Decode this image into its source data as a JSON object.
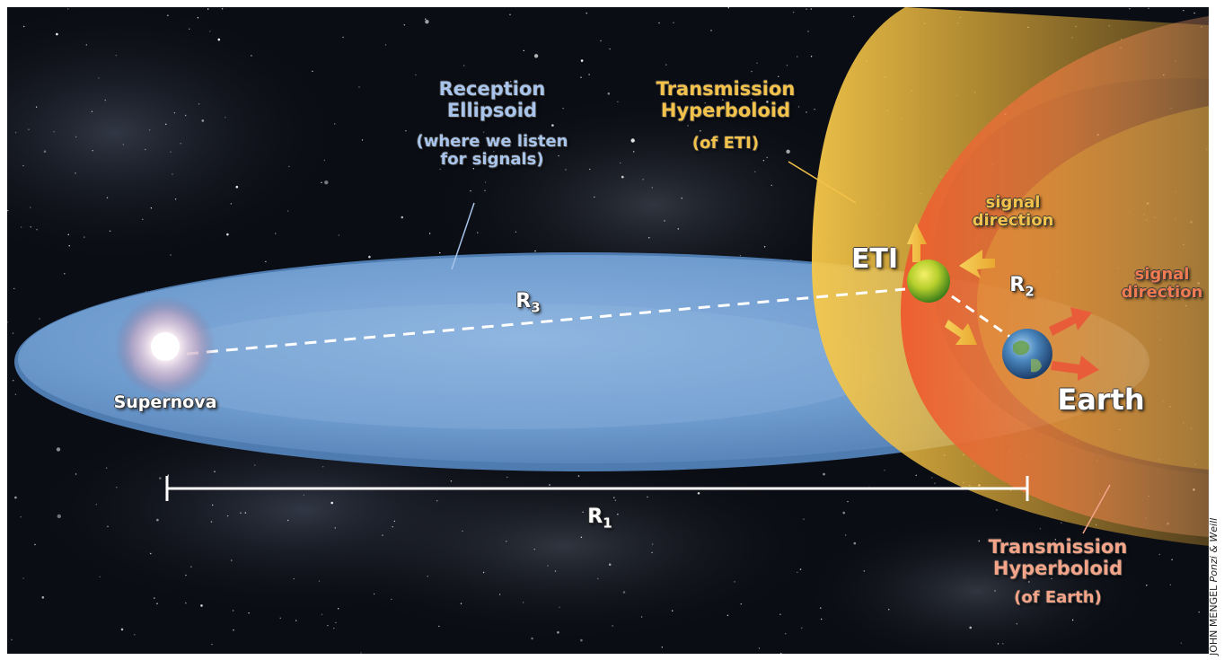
{
  "labels": {
    "reception_title_1": "Reception",
    "reception_title_2": "Ellipsoid",
    "reception_sub_1": "(where we listen",
    "reception_sub_2": "for signals)",
    "eti_hyper_title_1": "Transmission",
    "eti_hyper_title_2": "Hyperboloid",
    "eti_hyper_sub": "(of ETI)",
    "earth_hyper_title_1": "Transmission",
    "earth_hyper_title_2": "Hyperboloid",
    "earth_hyper_sub": "(of Earth)",
    "signal_dir_eti_1": "signal",
    "signal_dir_eti_2": "direction",
    "signal_dir_earth_1": "signal",
    "signal_dir_earth_2": "direction",
    "eti": "ETI",
    "earth": "Earth",
    "supernova": "Supernova",
    "r1": "R",
    "r1_sub": "1",
    "r2": "R",
    "r2_sub": "2",
    "r3": "R",
    "r3_sub": "3"
  },
  "credit": {
    "artist": "JOHN MENGEL",
    "source": "Ponzi & Weill"
  },
  "colors": {
    "space": "#0b0d14",
    "ellipsoid": "#7fa9d8",
    "eti_hyperboloid": "#f2c03c",
    "earth_hyperboloid": "#ea5a32",
    "label_blue": "#a9c4ea",
    "label_gold": "#f3c24a",
    "label_salmon": "#f4a489"
  },
  "icons": [
    "supernova-star",
    "eti-planet",
    "earth-planet",
    "signal-arrow"
  ]
}
